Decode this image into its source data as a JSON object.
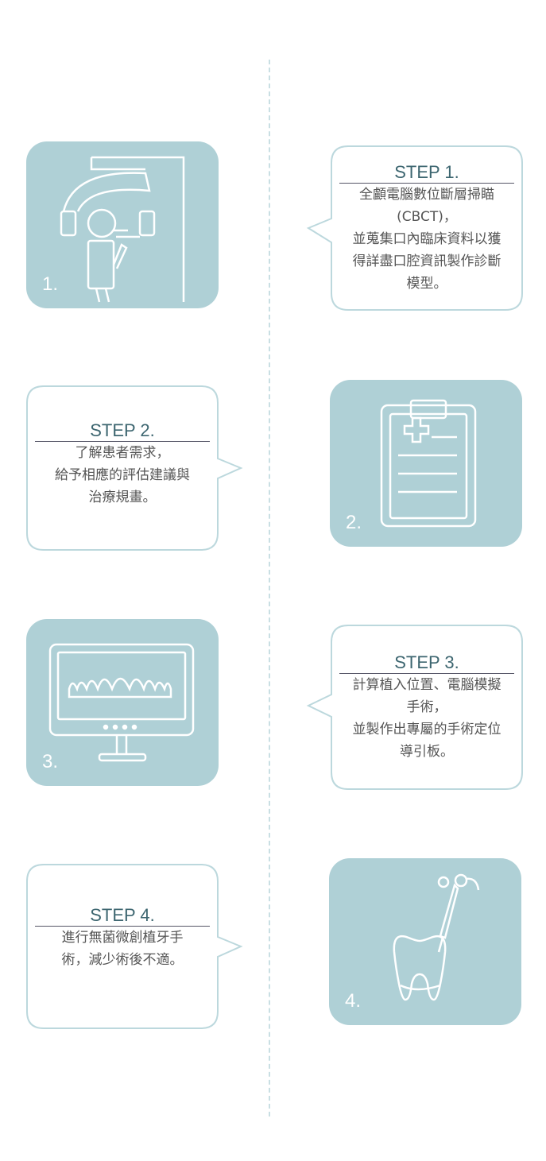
{
  "steps": [
    {
      "number": "1.",
      "title": "STEP 1.",
      "lines": [
        "全顱電腦數位斷層掃瞄",
        "(CBCT)，",
        "並蒐集口內臨床資料以獲",
        "得詳盡口腔資訊製作診斷",
        "模型。"
      ],
      "icon": "cbct-scanner-icon"
    },
    {
      "number": "2.",
      "title": "STEP 2.",
      "lines": [
        "了解患者需求，",
        "給予相應的評估建議與",
        "治療規畫。"
      ],
      "icon": "clipboard-medical-icon"
    },
    {
      "number": "3.",
      "title": "STEP 3.",
      "lines": [
        "計算植入位置、電腦模擬",
        "手術，",
        "並製作出專屬的手術定位",
        "導引板。"
      ],
      "icon": "monitor-teeth-icon"
    },
    {
      "number": "4.",
      "title": "STEP 4.",
      "lines": [
        "進行無菌微創植牙手",
        "術，減少術後不適。"
      ],
      "icon": "tooth-syringe-icon"
    }
  ],
  "colors": {
    "tile": "#afd0d6",
    "bubble_border": "#bcd8dd",
    "title": "#3d6670",
    "text": "#555555"
  }
}
